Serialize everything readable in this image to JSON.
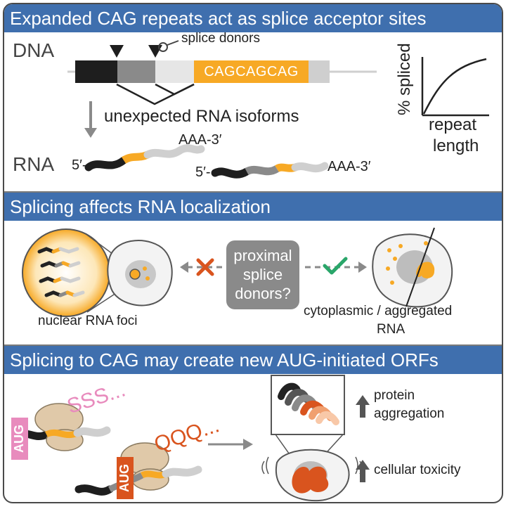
{
  "panel1": {
    "title": "Expanded CAG repeats act as splice acceptor sites",
    "dna_label": "DNA",
    "splice_donors": "splice donors",
    "repeat_seq": "CAGCAGCAG",
    "isoforms_text": "unexpected RNA isoforms",
    "rna_label": "RNA",
    "rna1_five": "5′-",
    "rna1_tail": "AAA-3′",
    "rna2_five": "5′-",
    "rna2_tail": "AAA-3′",
    "graph_ylabel": "% spliced",
    "graph_xlabel_1": "repeat",
    "graph_xlabel_2": "length"
  },
  "panel2": {
    "title": "Splicing affects RNA localization",
    "question_1": "proximal",
    "question_2": "splice",
    "question_3": "donors?",
    "left_caption": "nuclear RNA foci",
    "right_caption_1": "cytoplasmic / aggregated",
    "right_caption_2": "RNA"
  },
  "panel3": {
    "title": "Splicing to CAG may create new AUG-initiated ORFs",
    "aug1": "AUG",
    "aug2": "AUG",
    "sss": "SSS...",
    "qqq": "QQQ...",
    "outcome1_1": "protein",
    "outcome1_2": "aggregation",
    "outcome2": "cellular toxicity"
  },
  "colors": {
    "banner": "#3f6fae",
    "orange_repeat": "#f7a925",
    "red_x": "#d9541e",
    "green_check": "#2aa66a",
    "pink_aug": "#e88bbd",
    "orange_aug": "#d9541e",
    "dark_exon": "#1e1e1e",
    "mid_exon": "#8a8a8a",
    "light_exon": "#cfcfcf"
  }
}
